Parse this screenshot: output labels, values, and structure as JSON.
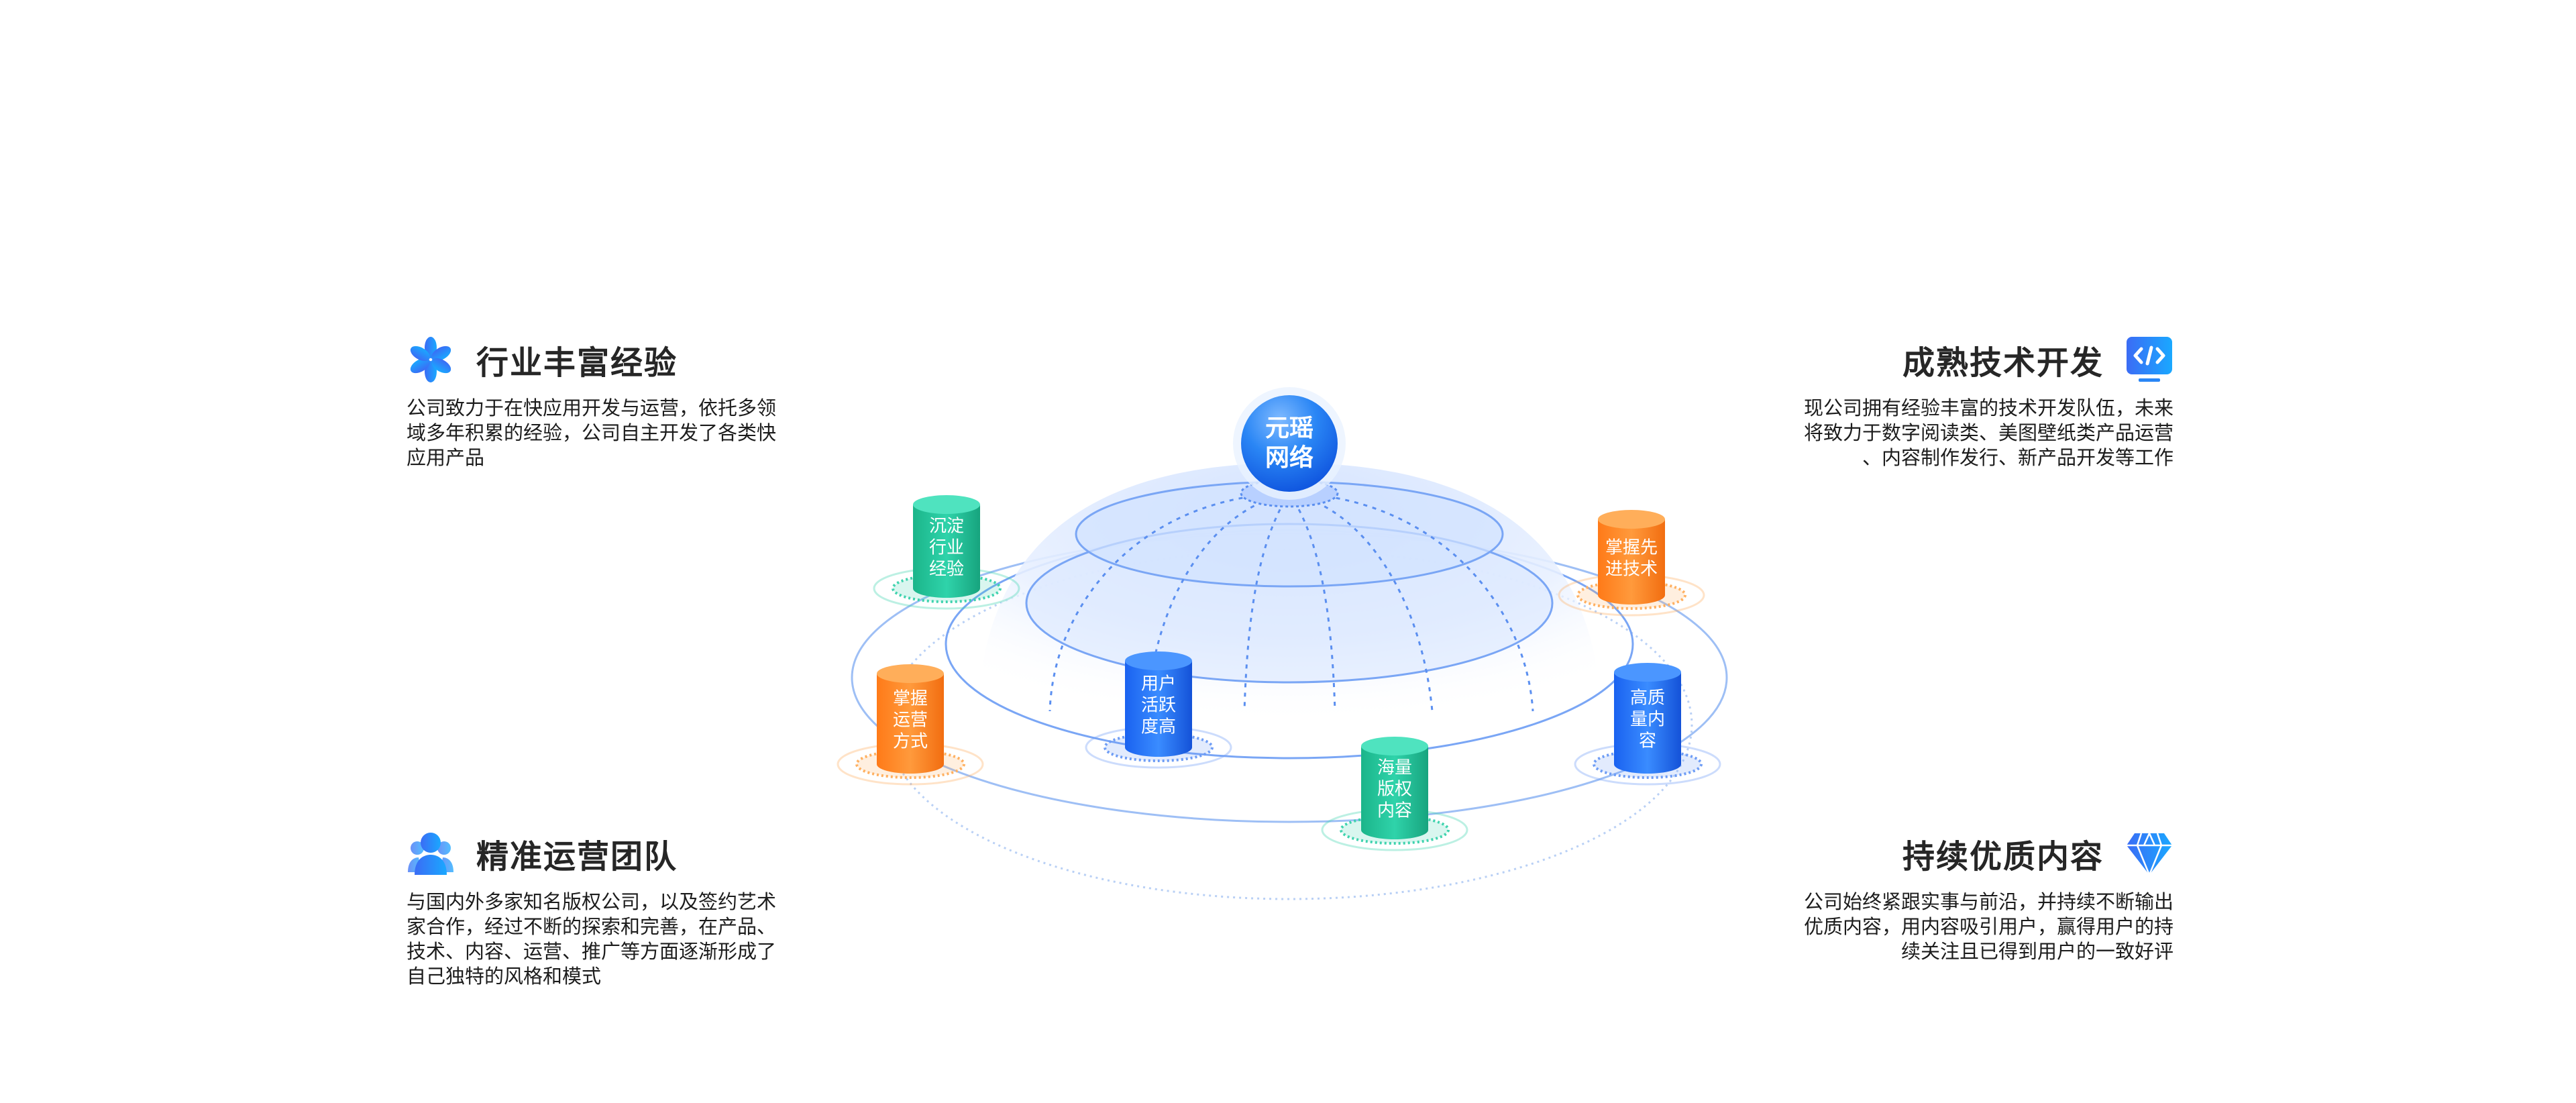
{
  "features": {
    "industry_experience": {
      "title": "行业丰富经验",
      "icon": "flower-icon",
      "lines": [
        "公司致力于在快应用开发与运营，依托多领",
        "域多年积累的经验，公司自主开发了各类快",
        "应用产品"
      ]
    },
    "tech_development": {
      "title": "成熟技术开发",
      "icon": "code-monitor-icon",
      "lines": [
        "现公司拥有经验丰富的技术开发队伍，未来",
        "将致力于数字阅读类、美图壁纸类产品运营",
        "、内容制作发行、新产品开发等工作"
      ]
    },
    "operations_team": {
      "title": "精准运营团队",
      "icon": "users-icon",
      "lines": [
        "与国内外多家知名版权公司，以及签约艺术",
        "家合作，经过不断的探索和完善，在产品、",
        "技术、内容、运营、推广等方面逐渐形成了",
        "自己独特的风格和模式"
      ]
    },
    "quality_content": {
      "title": "持续优质内容",
      "icon": "diamond-icon",
      "lines": [
        "公司始终紧跟实事与前沿，并持续不断输出",
        "优质内容，用内容吸引用户，赢得用户的持",
        "续关注且已得到用户的一致好评"
      ]
    }
  },
  "diagram": {
    "center": {
      "lines": [
        "元瑶",
        "网络"
      ]
    },
    "cylinders": [
      {
        "id": "experience",
        "color": "green",
        "lines": [
          "沉淀",
          "行业",
          "经验"
        ]
      },
      {
        "id": "tech",
        "color": "orange",
        "lines": [
          "掌握先",
          "进技术"
        ]
      },
      {
        "id": "operation",
        "color": "orange",
        "lines": [
          "掌握",
          "运营",
          "方式"
        ]
      },
      {
        "id": "active-users",
        "color": "blue",
        "lines": [
          "用户",
          "活跃",
          "度高"
        ]
      },
      {
        "id": "copyright",
        "color": "green",
        "lines": [
          "海量",
          "版权",
          "内容"
        ]
      },
      {
        "id": "quality",
        "color": "blue",
        "lines": [
          "高质",
          "量内",
          "容"
        ]
      }
    ]
  },
  "colors": {
    "accent": "#2a7bf5",
    "green": "#1fc49a",
    "orange": "#ff8a2a",
    "blue": "#2a6ff5"
  }
}
